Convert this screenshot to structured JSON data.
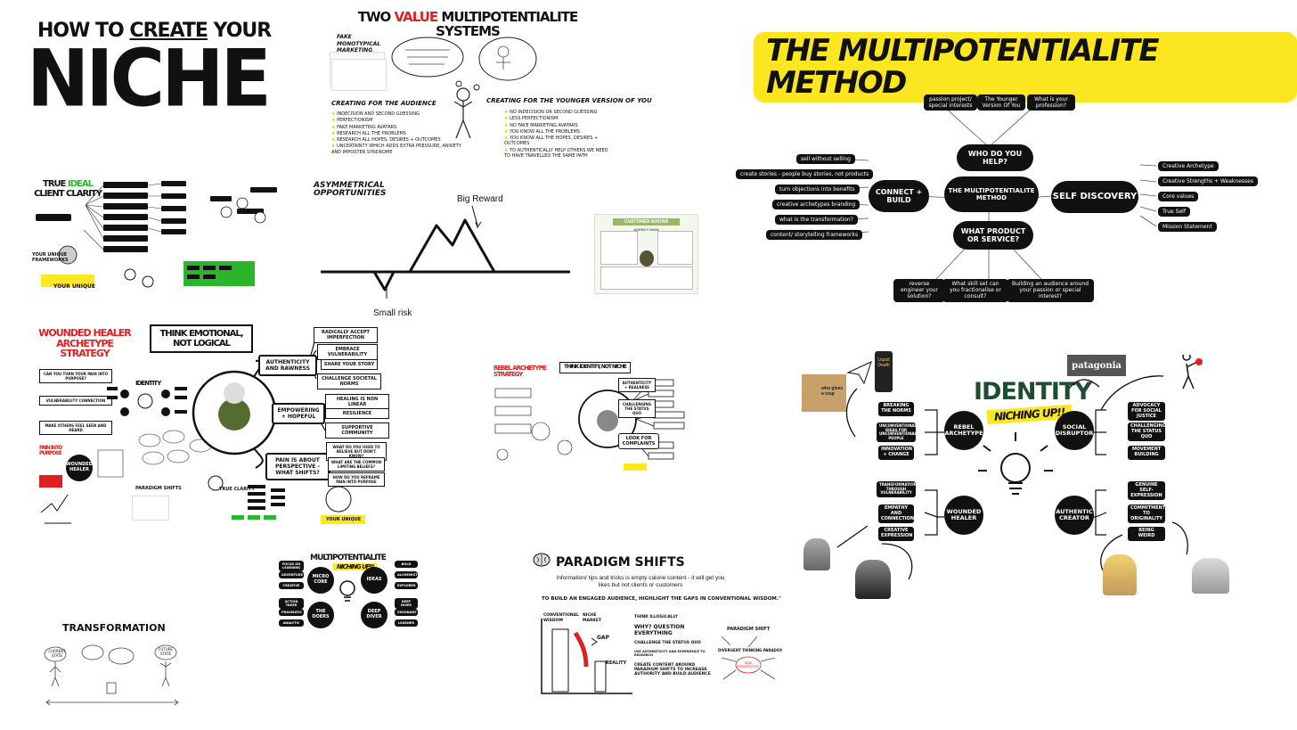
{
  "niche": {
    "line1_a": "HOW TO ",
    "line1_b": "CREATE",
    "line1_c": " YOUR",
    "big": "NICHE"
  },
  "two_value": {
    "title_a": "TWO ",
    "title_b": "VALUE",
    "title_c": " MULTIPOTENTIALITE",
    "title_line2": "SYSTEMS",
    "left_label": "FAKE MONOTYPICAL MARKETING AVATARS",
    "audience_heading": "CREATING FOR THE AUDIENCE",
    "audience_items": [
      "INDECISION AND SECOND GUESSING",
      "PERFECTIONISM",
      "FAKE MARKETING AVATARS",
      "RESEARCH ALL THE PROBLEMS",
      "RESEARCH ALL HOPES, DESIRES + OUTCOMES",
      "UNCERTAINTY WHICH ADDS EXTRA PRESSURE, ANXIETY AND IMPOSTER SYNDROME"
    ],
    "younger_heading": "CREATING FOR THE YOUNGER VERSION OF YOU",
    "younger_items": [
      "NO INDECISION OR SECOND GUESSING",
      "LESS PERFECTIONISM",
      "NO FAKE MARKETING AVATARS",
      "YOU KNOW ALL THE PROBLEMS",
      "YOU KNOW ALL THE HOPES, DESIRES + OUTCOMES",
      "TO AUTHENTICALLY HELP OTHERS WE NEED TO HAVE TRAVELLED THE SAME PATH"
    ]
  },
  "ideal_client": {
    "title_a": "TRUE ",
    "title_b": "IDEAL",
    "title_c": "CLIENT CLARITY",
    "tag": "YOUR UNIQUE",
    "side": "YOUR UNIQUE FRAMEWORKS"
  },
  "asym": {
    "title": "ASYMMETRICAL OPPORTUNITIES",
    "big_reward": "Big Reward",
    "small_risk": "Small risk"
  },
  "avatar_card": {
    "title": "CUSTOMER AVATAR",
    "subtitle": "AGENCY AVAN"
  },
  "method": {
    "title": "THE MULTIPOTENTIALITE METHOD",
    "center": "THE MULTIPOTENTIALITE METHOD",
    "who": "WHO DO YOU HELP?",
    "what": "WHAT PRODUCT OR SERVICE?",
    "connect": "CONNECT + BUILD",
    "self": "SELF DISCOVERY",
    "top_chips": [
      "passion project/ special interests",
      "The Younger Version Of You",
      "What is your profession?"
    ],
    "left_chips": [
      "sell without selling",
      "create stories - people buy stories, not products",
      "turn objections into benefits",
      "creative archetypes branding",
      "what is the transformation?",
      "content/ storytelling frameworks"
    ],
    "right_chips": [
      "Creative Archetype",
      "Creative Strengths + Weaknesses",
      "Core values",
      "True Self",
      "Mission Statement"
    ],
    "bottom_chips": [
      "reverse engineer your solution?",
      "What skill set can you fractionalise or consult?",
      "Building an audience around your passion or special interest?"
    ]
  },
  "wounded": {
    "title": "WOUNDED HEALER ARCHETYPE STRATEGY",
    "think": "THINK EMOTIONAL, NOT LOGICAL",
    "branch1": "AUTHENTICITY AND RAWNESS",
    "branch2": "EMPOWERING + HOPEFUL",
    "branch3": "PAIN IS ABOUT PERSPECTIVE - WHAT SHIFTS?",
    "leaves1": [
      "RADICALLY ACCEPT IMPERFECTION",
      "EMBRACE VULNERABILITY",
      "SHARE YOUR STORY",
      "CHALLENGE SOCIETAL NORMS"
    ],
    "leaves2": [
      "HEALING IS NON LINEAR",
      "RESILIENCE",
      "SUPPORTIVE COMMUNITY"
    ],
    "leaves3": [
      "WHAT DO YOU USED TO BELIEVE BUT DON'T KNOW?",
      "WHAT ARE THE COMMON LIMITING BELIEFS?",
      "HOW DO YOU REFRAME PAIN INTO PURPOSE"
    ],
    "steps": [
      "CAN YOU TURN YOUR PAIN INTO PURPOSE?",
      "VULNERABILITY CONNECTION",
      "MAKE OTHERS FEEL SEEN AND HEARD"
    ],
    "pain_tag": "PAIN INTO PURPOSE",
    "healer_tag": "WOUNDED HEALER",
    "paradigm": "PARADIGM SHIFTS",
    "identity": "IDENTITY",
    "true_clarity": "TRUE CLARITY",
    "unique": "YOUR UNIQUE"
  },
  "rebel": {
    "title": "REBEL ARCHETYPE STRATEGY",
    "think": "THINK IDENTITY, NOT NICHE",
    "look": "LOOK FOR COMPLAINTS",
    "challenge": "CHALLENGING THE STATUS QUO",
    "authenticity": "AUTHENTICITY + REALNESS"
  },
  "identity": {
    "title": "IDENTITY",
    "sub": "NICHING UP!!",
    "nodes": [
      "REBEL ARCHETYPE",
      "SOCIAL DISRUPTOR",
      "WOUNDED HEALER",
      "AUTHENTIC CREATOR"
    ],
    "rebel_chips": [
      "BREAKING THE NORMS",
      "UNCONVENTIONAL IDEAS FOR UNCONVENTIONAL PEOPLE",
      "INNOVATION + CHANGE"
    ],
    "social_chips": [
      "ADVOCACY FOR SOCIAL JUSTICE",
      "CHALLENGING THE STATUS QUO",
      "MOVEMENT BUILDING"
    ],
    "healer_chips": [
      "TRANSFORMATION THROUGH VULNERABILITY",
      "EMPATHY AND CONNECTION",
      "CREATIVE EXPRESSION"
    ],
    "creator_chips": [
      "GENUINE SELF-EXPRESSION",
      "COMMITMENT TO ORIGINALITY",
      "BEING WEIRD"
    ],
    "brand1": "patagonia",
    "can_a": "Liquid",
    "can_b": "Death",
    "box_text": "who gives a crap"
  },
  "multi_small": {
    "title": "MULTIPOTENTIALITE",
    "sub": "NICHING UP!!",
    "nodes": [
      "MICRO CORE",
      "IDEAS",
      "THE DOERS",
      "DEEP DIVER"
    ],
    "left_chips": [
      "FOCUS ON LEARNING",
      "ADVENTURE",
      "CREATIVE",
      "ACTION TAKER",
      "PRAGMATIC",
      "ANALYTIC"
    ],
    "right_chips": [
      "BOLD",
      "ALCHEMIST",
      "EXPLORER",
      "DEEP DIVER",
      "VISIONARY",
      "LEARNER"
    ]
  },
  "paradigm": {
    "title": "PARADIGM SHIFTS",
    "line1": "Information/ tips and tricks is empty calorie content - it will get you likes but not clients or customers",
    "line2": "TO BUILD AN ENGAGED AUDIENCE, HIGHLIGHT THE GAPS IN CONVENTIONAL WISDOM.\"",
    "conventional": "CONVENTIONAL WISDOM",
    "niche": "NICHE MARKET",
    "gap": "GAP",
    "reality": "REALITY",
    "paradigm_shift": "PARADIGM SHIFT",
    "bullets": [
      "THINK ILLOGICALLY",
      "WHY? QUESTION EVERYTHING",
      "CHALLENGE THE STATUS QUO",
      "USE AUTHENTICITY AND EXPERIENCE TO RESEARCH",
      "CREATE CONTENT AROUND PARADIGM SHIFTS TO INCREASE AUTHORITY AND BUILD AUDIENCE"
    ],
    "right_title": "PARADIGM SHIFT",
    "right_sub": "DIVERGENT THINKING PARADOX",
    "right_bubble": "NEW PERSPECTIVE"
  },
  "transformation": {
    "title": "TRANSFORMATION",
    "left": "CURRENT STATE",
    "right": "FUTURE STATE"
  }
}
